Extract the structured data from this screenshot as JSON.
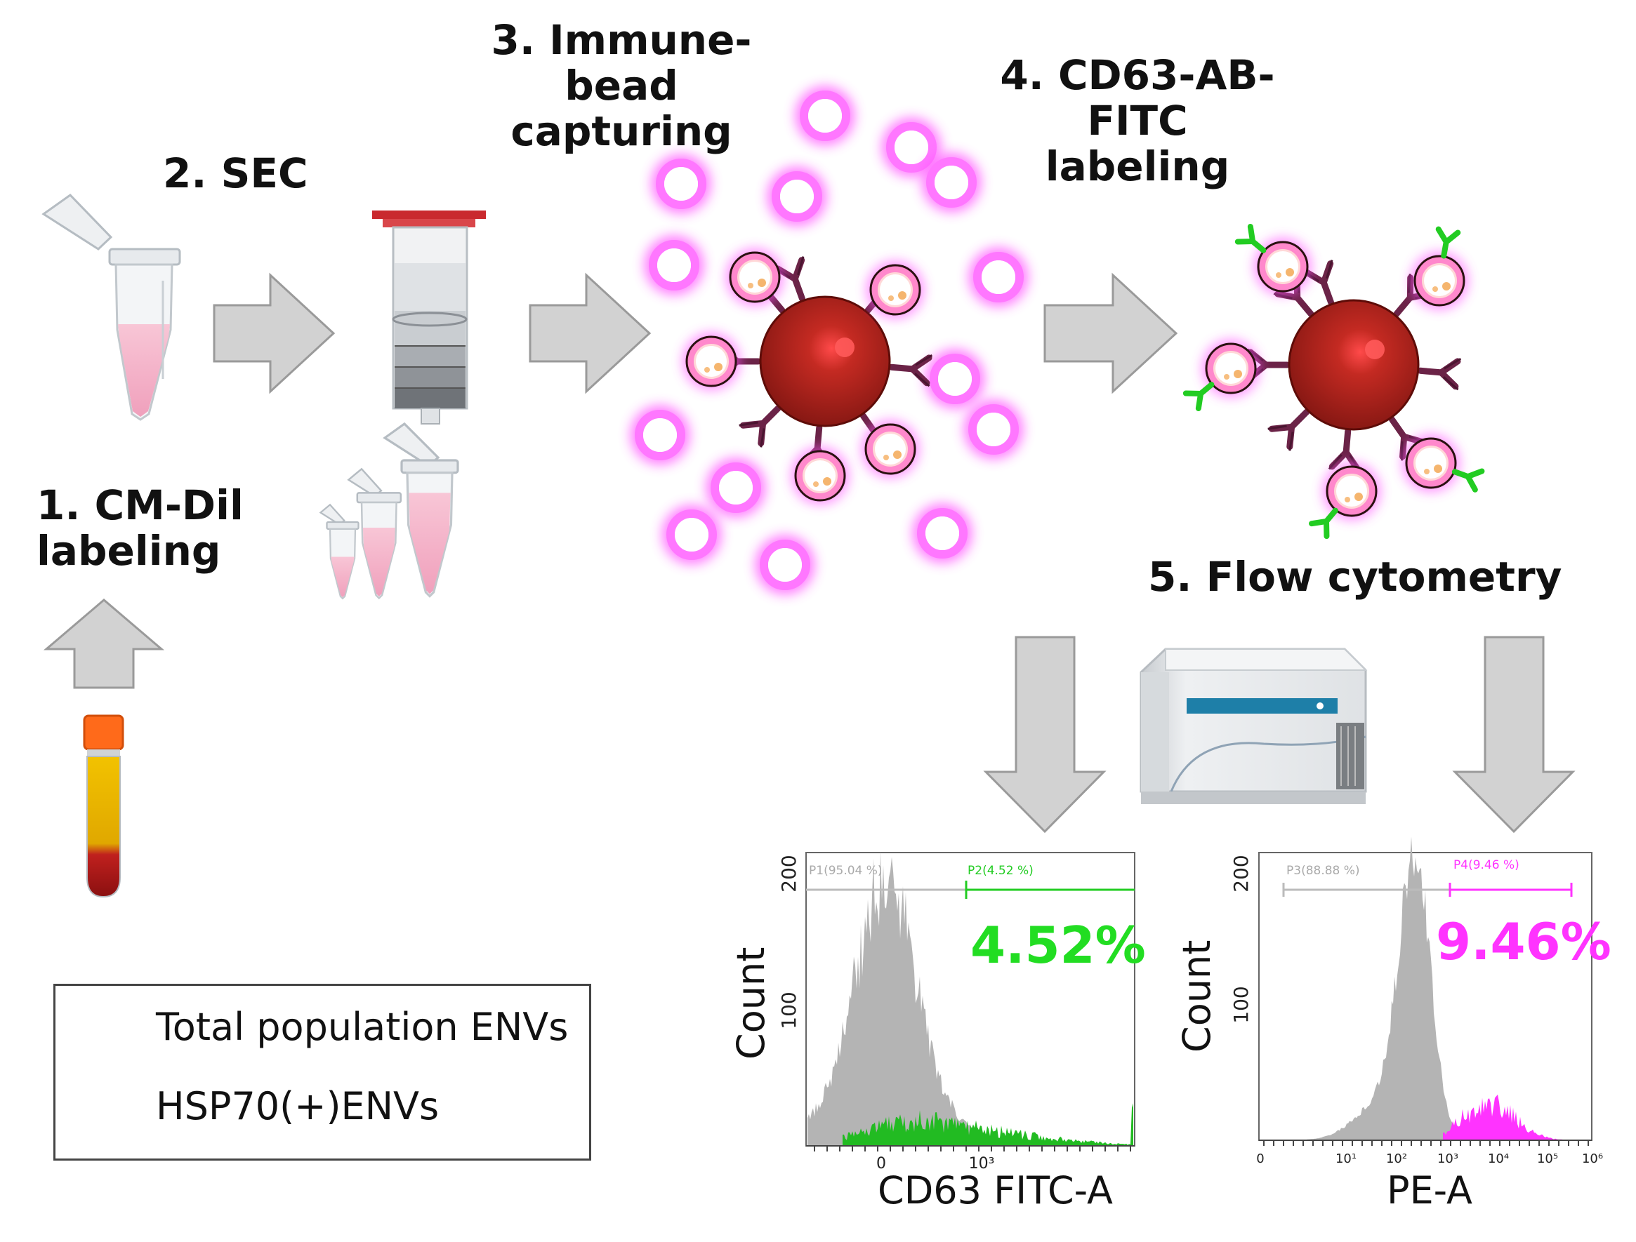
{
  "steps": {
    "step1_line1": "1. CM-Dil",
    "step1_line2": "labeling",
    "step2": "2. SEC",
    "step3_line1": "3. Immune-bead",
    "step3_line2": "capturing",
    "step4_line1": "4. CD63-AB-",
    "step4_line2": "FITC",
    "step4_line3": "labeling",
    "step5": "5. Flow cytometry"
  },
  "legend": {
    "total": "Total population ENVs",
    "hsp70": "HSP70(+)ENVs"
  },
  "colors": {
    "arrow": "#d2d2d2",
    "vesicle_glow": "#ff66ff",
    "bead": "#a3261c",
    "antibody": "#6b2347",
    "fitc": "#22cc22",
    "pe": "#ff33ff",
    "histogram": "#b4b4b4"
  },
  "histogram_left": {
    "xlabel": "CD63 FITC-A",
    "ylabel": "Count",
    "y_ticks": [
      "100",
      "200"
    ],
    "x_ticks": [
      "0",
      "10³"
    ],
    "gate1": "P1(95.04 %)",
    "gate2": "P2(4.52 %)",
    "percent": "4.52%",
    "percent_color": "#22dd22"
  },
  "histogram_right": {
    "xlabel": "PE-A",
    "ylabel": "Count",
    "y_ticks": [
      "100",
      "200"
    ],
    "x_ticks": [
      "0",
      "10¹",
      "10²",
      "10³",
      "10⁴",
      "10⁵",
      "10⁶"
    ],
    "gate1": "P3(88.88 %)",
    "gate2": "P4(9.46 %)",
    "percent": "9.46%",
    "percent_color": "#ff33ff"
  }
}
